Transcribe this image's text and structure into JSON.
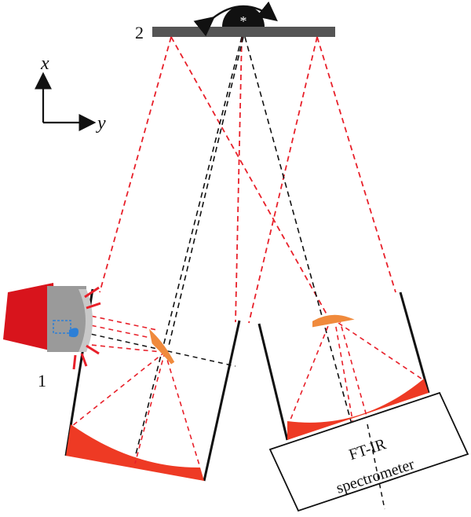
{
  "labels": {
    "source_number": "1",
    "mirror_number": "2",
    "axis_x": "x",
    "axis_y": "y",
    "rotation_symbol": "*",
    "spectrometer_line1": "FT-IR",
    "spectrometer_line2": "spectrometer"
  },
  "colors": {
    "background": "#ffffff",
    "beam_red": "#e8202a",
    "beam_black": "#111111",
    "mirror_fill": "#ee3a24",
    "lens_fill": "#f08a3c",
    "plate_gray": "#555555",
    "source_red": "#d8141c",
    "source_gray": "#9a9a9a",
    "source_blue": "#2d7fd6"
  },
  "icons": {
    "rotation_arrow": "curved-double-arrow-icon",
    "rotation_stage": "semicircle-stage-icon",
    "source": "ir-source-icon",
    "axis": "coordinate-axes-icon"
  }
}
